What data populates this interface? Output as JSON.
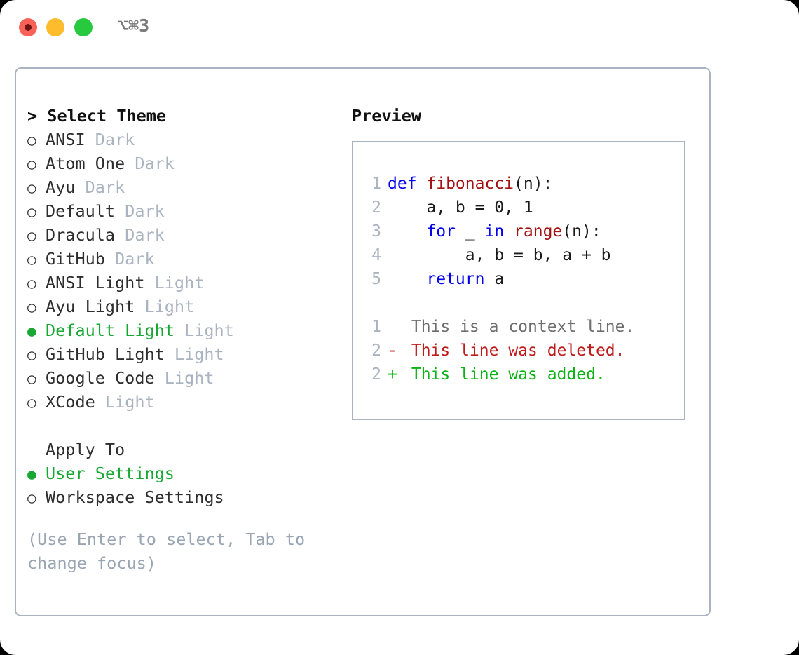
{
  "titlebar": {
    "shortcut": "⌥⌘3",
    "buttons": [
      {
        "name": "close",
        "color": "#f96159"
      },
      {
        "name": "minimize",
        "color": "#fdbc2c"
      },
      {
        "name": "maximize",
        "color": "#27c93f"
      }
    ]
  },
  "theme_panel": {
    "header": "> Select Theme",
    "marker_selected": "●",
    "marker_unselected": "○",
    "items": [
      {
        "label": "ANSI",
        "suffix": "Dark",
        "selected": false
      },
      {
        "label": "Atom One",
        "suffix": "Dark",
        "selected": false
      },
      {
        "label": "Ayu",
        "suffix": "Dark",
        "selected": false
      },
      {
        "label": "Default",
        "suffix": "Dark",
        "selected": false
      },
      {
        "label": "Dracula",
        "suffix": "Dark",
        "selected": false
      },
      {
        "label": "GitHub",
        "suffix": "Dark",
        "selected": false
      },
      {
        "label": "ANSI Light",
        "suffix": "Light",
        "selected": false
      },
      {
        "label": "Ayu Light",
        "suffix": "Light",
        "selected": false
      },
      {
        "label": "Default Light",
        "suffix": "Light",
        "selected": true
      },
      {
        "label": "GitHub Light",
        "suffix": "Light",
        "selected": false
      },
      {
        "label": "Google Code",
        "suffix": "Light",
        "selected": false
      },
      {
        "label": "XCode",
        "suffix": "Light",
        "selected": false
      }
    ]
  },
  "apply_to": {
    "header": "Apply To",
    "items": [
      {
        "label": "User Settings",
        "selected": true
      },
      {
        "label": "Workspace Settings",
        "selected": false
      }
    ]
  },
  "hint": "(Use Enter to select, Tab to change focus)",
  "preview": {
    "title": "Preview",
    "code_lines": [
      {
        "num": "1",
        "segments": [
          {
            "t": "def ",
            "c": "kw"
          },
          {
            "t": "fibonacci",
            "c": "fn"
          },
          {
            "t": "(n):",
            "c": ""
          }
        ]
      },
      {
        "num": "2",
        "segments": [
          {
            "t": "    a, b = 0, 1",
            "c": ""
          }
        ]
      },
      {
        "num": "3",
        "segments": [
          {
            "t": "    ",
            "c": ""
          },
          {
            "t": "for",
            "c": "kw"
          },
          {
            "t": " _ ",
            "c": ""
          },
          {
            "t": "in",
            "c": "kw"
          },
          {
            "t": " ",
            "c": ""
          },
          {
            "t": "range",
            "c": "fn"
          },
          {
            "t": "(n):",
            "c": ""
          }
        ]
      },
      {
        "num": "4",
        "segments": [
          {
            "t": "        a, b = b, a + b",
            "c": ""
          }
        ]
      },
      {
        "num": "5",
        "segments": [
          {
            "t": "    ",
            "c": ""
          },
          {
            "t": "return",
            "c": "kw"
          },
          {
            "t": " a",
            "c": ""
          }
        ]
      }
    ],
    "diff_lines": [
      {
        "num": "1",
        "mark": " ",
        "text": " This is a context line.",
        "kind": "ctx"
      },
      {
        "num": "2",
        "mark": "-",
        "text": " This line was deleted.",
        "kind": "del"
      },
      {
        "num": "2",
        "mark": "+",
        "text": " This line was added.",
        "kind": "add"
      }
    ]
  },
  "colors": {
    "accent_green": "#16a832",
    "muted": "#aab4c0",
    "keyword_blue": "#0000ee",
    "function_red": "#a41212",
    "diff_add": "#0bb215",
    "diff_del": "#c01b1b"
  }
}
